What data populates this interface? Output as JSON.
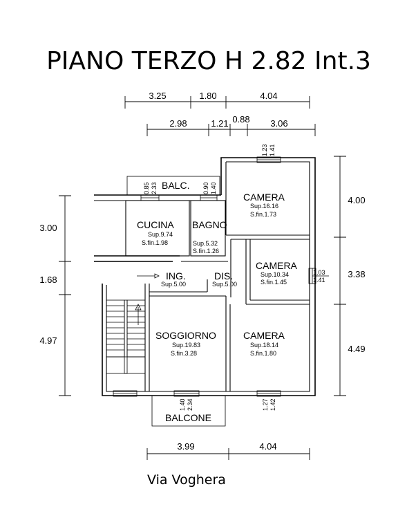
{
  "title": "PIANO TERZO H 2.82 Int.3",
  "address": "Via  Voghera",
  "dimensions": {
    "top_row1": [
      "3.25",
      "1.80",
      "4.04"
    ],
    "top_row2": [
      "2.98",
      "1.21",
      "0.88",
      "3.06"
    ],
    "left": [
      "3.00",
      "1.68",
      "4.97"
    ],
    "right": [
      "4.00",
      "3.38",
      "4.49"
    ],
    "bottom": [
      "3.99",
      "4.04"
    ]
  },
  "openings": {
    "camera_top": [
      "1.23",
      "1.41"
    ],
    "cucina": [
      "0.85",
      "2.33"
    ],
    "bagno": [
      "0.90",
      "1.40"
    ],
    "camera_mid": [
      "1.03",
      "1.41"
    ],
    "soggiorno": [
      "1.40",
      "2.34"
    ],
    "camera_bottom": [
      "1.27",
      "1.42"
    ]
  },
  "rooms": {
    "balc": {
      "name": "BALC."
    },
    "cucina": {
      "name": "CUCINA",
      "sup": "Sup.9.74",
      "sfin": "S.fin.1.98"
    },
    "bagno": {
      "name": "BAGNO",
      "sup": "Sup.5.32",
      "sfin": "S.fin.1.26"
    },
    "camera1": {
      "name": "CAMERA",
      "sup": "Sup.16.16",
      "sfin": "S.fin.1.73"
    },
    "camera2": {
      "name": "CAMERA",
      "sup": "Sup.10.34",
      "sfin": "S.fin.1.45"
    },
    "ing": {
      "name": "ING.",
      "sup": "Sup.5.00"
    },
    "dis": {
      "name": "DIS.",
      "sup": "Sup.5.00"
    },
    "soggiorno": {
      "name": "SOGGIORNO",
      "sup": "Sup.19.83",
      "sfin": "S.fin.3.28"
    },
    "camera3": {
      "name": "CAMERA",
      "sup": "Sup.18.14",
      "sfin": "S.fin.1.80"
    },
    "balcone": {
      "name": "BALCONE"
    }
  }
}
